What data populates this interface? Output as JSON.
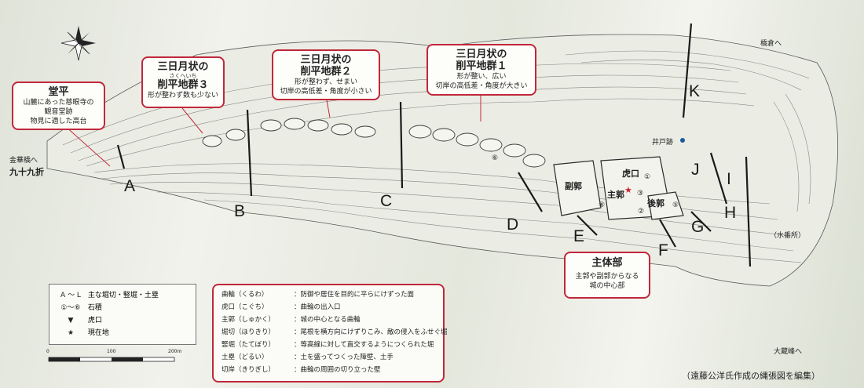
{
  "callouts": {
    "dohira": {
      "title": "堂平",
      "lines": [
        "山麓にあった慈眼寺の",
        "観音堂跡",
        "物見に適した高台"
      ]
    },
    "group3": {
      "title1": "三日月状の",
      "ruby": "さくへいち",
      "title2": "削平地群３",
      "lines": [
        "形が整わず数も少ない"
      ]
    },
    "group2": {
      "title1": "三日月状の",
      "title2": "削平地群２",
      "lines": [
        "形が整わず、せまい",
        "切岸の高低差・角度が小さい"
      ]
    },
    "group1": {
      "title1": "三日月状の",
      "title2": "削平地群１",
      "lines": [
        "形が整い、広い",
        "切岸の高低差・角度が大きい"
      ]
    },
    "main": {
      "title": "主体部",
      "lines": [
        "主郭や副郭からなる",
        "城の中心部"
      ]
    }
  },
  "labels": {
    "kinkabashi": "金華橋へ",
    "kujukuori": "九十九折",
    "itakura": "橋倉へ",
    "ido": "井戸跡",
    "kuchi": "虎口",
    "fukukaku": "副郭",
    "shukaku": "主郭",
    "ushiro": "後郭",
    "mizunomi": "（水番所）",
    "osawa": "大蔵峰へ",
    "num1": "①",
    "num2": "②",
    "num3": "③",
    "num4": "④",
    "num5": "⑤",
    "num6": "⑥"
  },
  "letters": [
    "A",
    "B",
    "C",
    "D",
    "E",
    "F",
    "G",
    "H",
    "I",
    "J",
    "K"
  ],
  "legend": [
    {
      "symbol": "A ～ L",
      "text": "主な堀切・竪堀・土塁"
    },
    {
      "symbol": "①～⑥",
      "text": "石積"
    },
    {
      "symbol": "▼",
      "text": "虎口"
    },
    {
      "symbol": "★",
      "text": "現在地"
    }
  ],
  "scale": {
    "zero": "0",
    "mid": "100",
    "end": "200m"
  },
  "glossary": [
    {
      "term": "曲輪（くるわ）",
      "desc": "：防御や居住を目的に平らにけずった面"
    },
    {
      "term": "虎口（こぐち）",
      "desc": "：曲輪の出入口"
    },
    {
      "term": "主郭（しゅかく）",
      "desc": "：城の中心となる曲輪"
    },
    {
      "term": "堀切（ほりきり）",
      "desc": "：尾根を横方向にけずりこみ、敵の侵入をふせぐ堀"
    },
    {
      "term": "竪堀（たてぼり）",
      "desc": "：等高線に対して直交するようにつくられた堀"
    },
    {
      "term": "土塁（どるい）",
      "desc": "：土を盛ってつくった障壁、土手"
    },
    {
      "term": "切岸（きりぎし）",
      "desc": "：曲輪の周囲の切り立った壁"
    }
  ],
  "source": "（遠藤公洋氏作成の縄張図を編集）",
  "colors": {
    "accent": "#c0283a",
    "ink": "#2a2a2a",
    "paper": "#fbfbf8"
  }
}
